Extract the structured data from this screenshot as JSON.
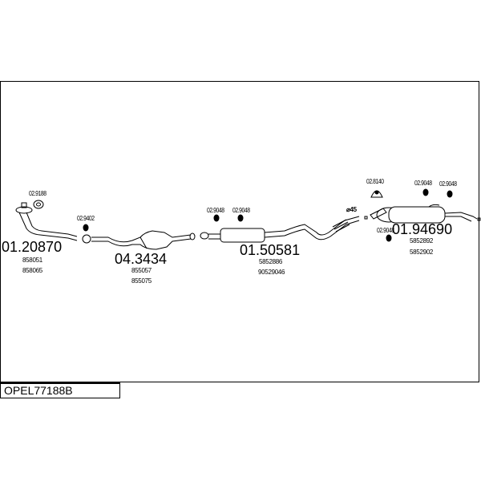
{
  "title": "OPEL77188B",
  "parts": [
    {
      "number": "01.20870",
      "refs": [
        "858051",
        "858065"
      ]
    },
    {
      "number": "04.3434",
      "refs": [
        "855057",
        "855075"
      ]
    },
    {
      "number": "01.50581",
      "refs": [
        "5852886",
        "90529046"
      ]
    },
    {
      "number": "01.94690",
      "refs": [
        "5852892",
        "5852902"
      ]
    }
  ],
  "accessories": [
    "02.9188",
    "02.9402",
    "02.9048",
    "02.9048",
    "02.8140",
    "02.9048",
    "02.9048",
    "02.9048"
  ],
  "diameter_label": "⌀45"
}
